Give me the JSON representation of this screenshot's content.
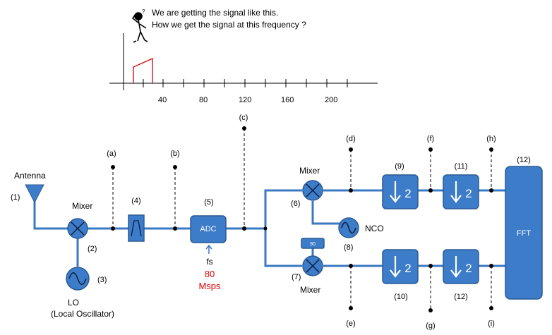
{
  "note": {
    "line1": "We are getting the signal like this.",
    "line2": "How we get the signal at this frequency ?"
  },
  "axis": {
    "ticks": [
      "40",
      "80",
      "120",
      "160",
      "200"
    ]
  },
  "labels": {
    "antenna": "Antenna",
    "n1": "(1)",
    "mixer1": "Mixer",
    "n2": "(2)",
    "n3": "(3)",
    "lo": "LO",
    "lo_full": "(Local Oscillator)",
    "n4": "(4)",
    "n5": "(5)",
    "adc": "ADC",
    "fs": "fs",
    "fs_val": "80",
    "fs_unit": "Msps",
    "mixer_top": "Mixer",
    "n6": "(6)",
    "nco": "NCO",
    "n8": "(8)",
    "phase": "90",
    "n7": "(7)",
    "mixer_bot": "Mixer",
    "dec_top_a": "2",
    "dec_top_b": "2",
    "dec_bot_a": "2",
    "dec_bot_b": "2",
    "n9": "(9)",
    "n10": "(10)",
    "n11": "(11)",
    "n12a": "(12)",
    "n12b": "(12)",
    "fft": "FFT"
  },
  "probes": {
    "a": "(a)",
    "b": "(b)",
    "c": "(c)",
    "d": "(d)",
    "e": "(e)",
    "f": "(f)",
    "g": "(g)",
    "h": "(h)",
    "i": "(i)"
  }
}
